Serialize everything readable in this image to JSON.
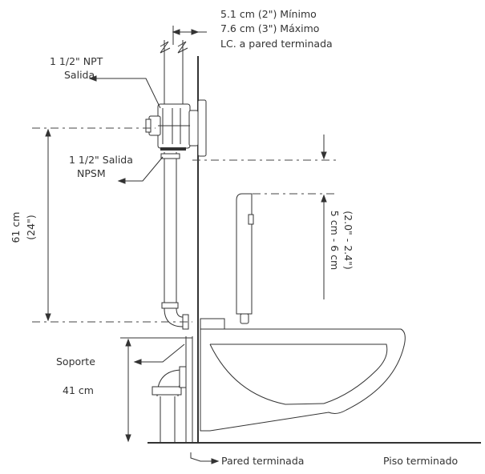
{
  "labels": {
    "offset_min": "5.1 cm (2\") Mínimo",
    "offset_max": "7.6 cm (3\") Máximo",
    "offset_ref": "LC.  a pared terminada",
    "npt_line1": "1 1/2\" NPT",
    "npt_line2": "Salida",
    "npsm_line1": "1 1/2\" Salida",
    "npsm_line2": "NPSM",
    "height_61_line1": "61 cm",
    "height_61_line2": "(24\")",
    "tank_gap_line1": "5 cm - 6 cm",
    "tank_gap_line2": "(2.0\" - 2.4\")",
    "support": "Soporte",
    "height_41": "41 cm",
    "finished_wall": "Pared terminada",
    "finished_floor": "Piso terminado"
  },
  "colors": {
    "line": "#333333",
    "background": "#ffffff"
  }
}
